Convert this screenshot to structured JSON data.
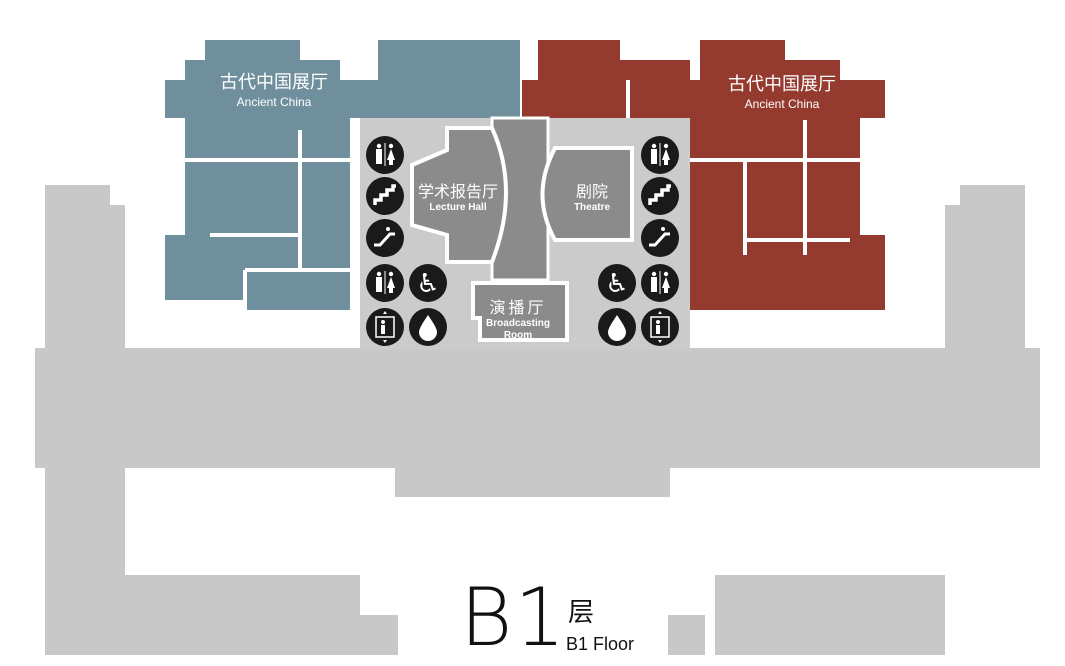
{
  "colors": {
    "blue_hall": "#6f8f9d",
    "red_hall": "#953a2e",
    "building": "#c8c8c8",
    "room": "#8b8b8b",
    "icon": "#1a1a1a"
  },
  "halls": [
    {
      "zh": "古代中国展厅",
      "en": "Ancient China"
    },
    {
      "zh": "古代中国展厅",
      "en": "Ancient China"
    }
  ],
  "rooms": {
    "lecture": {
      "zh": "学术报告厅",
      "en": "Lecture  Hall"
    },
    "theatre": {
      "zh": "剧院",
      "en": "Theatre"
    },
    "broadcast": {
      "zh": "演播厅",
      "en_1": "Broadcasting",
      "en_2": "Room"
    }
  },
  "icons": [
    "restroom-icon",
    "stairs-icon",
    "escalator-icon",
    "restroom-icon",
    "elevator-icon",
    "accessible-icon",
    "water-icon",
    "restroom-icon",
    "stairs-icon",
    "escalator-icon",
    "restroom-icon",
    "elevator-icon",
    "accessible-icon",
    "water-icon"
  ],
  "floor": {
    "big": "B1",
    "zh": "层",
    "en": "B1 Floor"
  }
}
